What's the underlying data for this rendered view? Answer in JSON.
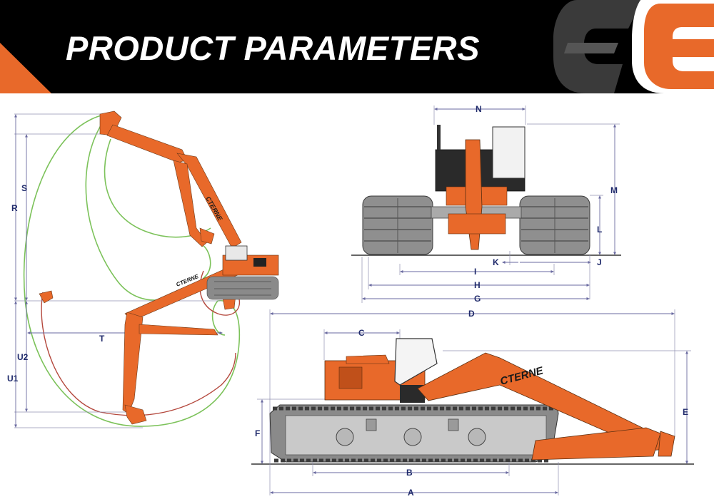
{
  "header": {
    "title": "PRODUCT PARAMETERS",
    "background_color": "#000000",
    "accent_color": "#e8692a"
  },
  "logo": {
    "icon": "brand-e-logo-icon"
  },
  "machine": {
    "brand_text": "CTERNE",
    "body_color": "#e8692a",
    "track_color": "#8a8a8a"
  },
  "working_range_view": {
    "labels": {
      "S": "S",
      "R": "R",
      "T": "T",
      "U2": "U2",
      "U1": "U1"
    }
  },
  "front_view": {
    "labels": {
      "N": "N",
      "M": "M",
      "L": "L",
      "K": "K",
      "J": "J",
      "I": "I",
      "H": "H",
      "G": "G"
    }
  },
  "side_view": {
    "labels": {
      "D": "D",
      "C": "C",
      "E": "E",
      "F": "F",
      "B": "B",
      "A": "A"
    }
  }
}
